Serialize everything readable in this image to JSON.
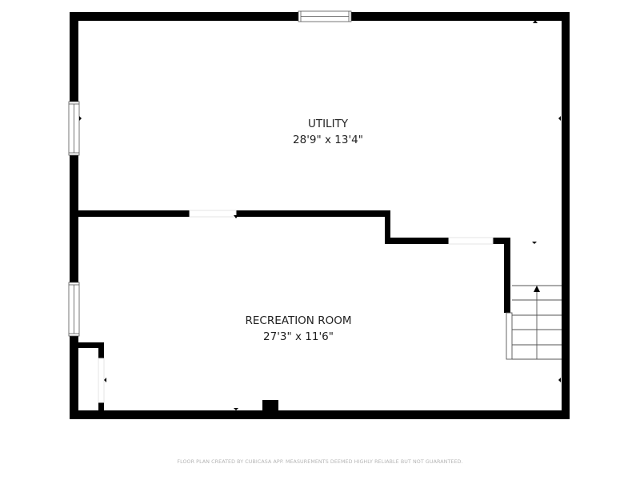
{
  "rooms": [
    {
      "name": "UTILITY",
      "dimensions": "28'9\" x 13'4\""
    },
    {
      "name": "RECREATION ROOM",
      "dimensions": "27'3\" x 11'6\""
    }
  ],
  "footer": {
    "disclaimer": "FLOOR PLAN CREATED BY CUBICASA APP. MEASUREMENTS DEEMED HIGHLY RELIABLE BUT NOT GUARANTEED."
  },
  "colors": {
    "wall": "#000000",
    "window": "#ffffff",
    "footer_text": "#b4b4b4"
  }
}
